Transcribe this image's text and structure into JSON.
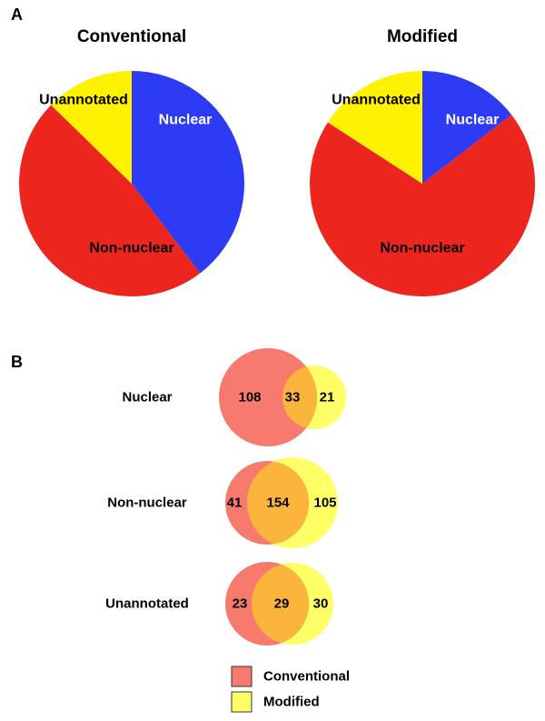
{
  "panel_labels": {
    "a": "A",
    "b": "B"
  },
  "chart_data": [
    {
      "type": "pie",
      "title": "Conventional",
      "slices": [
        {
          "label": "Nuclear",
          "value": 162,
          "color": "#2d3bf5",
          "label_color": "#ffffff"
        },
        {
          "label": "Non-nuclear",
          "value": 195,
          "color": "#ec261e",
          "label_color": "#000000"
        },
        {
          "label": "Unannotated",
          "value": 52,
          "color": "#fff200",
          "label_color": "#000000"
        }
      ]
    },
    {
      "type": "pie",
      "title": "Modified",
      "slices": [
        {
          "label": "Nuclear",
          "value": 54,
          "color": "#2d3bf5",
          "label_color": "#ffffff"
        },
        {
          "label": "Non-nuclear",
          "value": 259,
          "color": "#ec261e",
          "label_color": "#000000"
        },
        {
          "label": "Unannotated",
          "value": 59,
          "color": "#fff200",
          "label_color": "#000000"
        }
      ]
    },
    {
      "type": "venn",
      "rows": [
        {
          "label": "Nuclear",
          "conventional_only": 108,
          "overlap": 33,
          "modified_only": 21
        },
        {
          "label": "Non-nuclear",
          "conventional_only": 41,
          "overlap": 154,
          "modified_only": 105
        },
        {
          "label": "Unannotated",
          "conventional_only": 23,
          "overlap": 29,
          "modified_only": 30
        }
      ],
      "legend": [
        {
          "label": "Conventional",
          "color": "#f87a6e"
        },
        {
          "label": "Modified",
          "color": "#ffff66"
        }
      ],
      "colors": {
        "conventional": "#f87a6e",
        "modified": "#ffff66",
        "overlap": "#fbb43c"
      }
    }
  ]
}
